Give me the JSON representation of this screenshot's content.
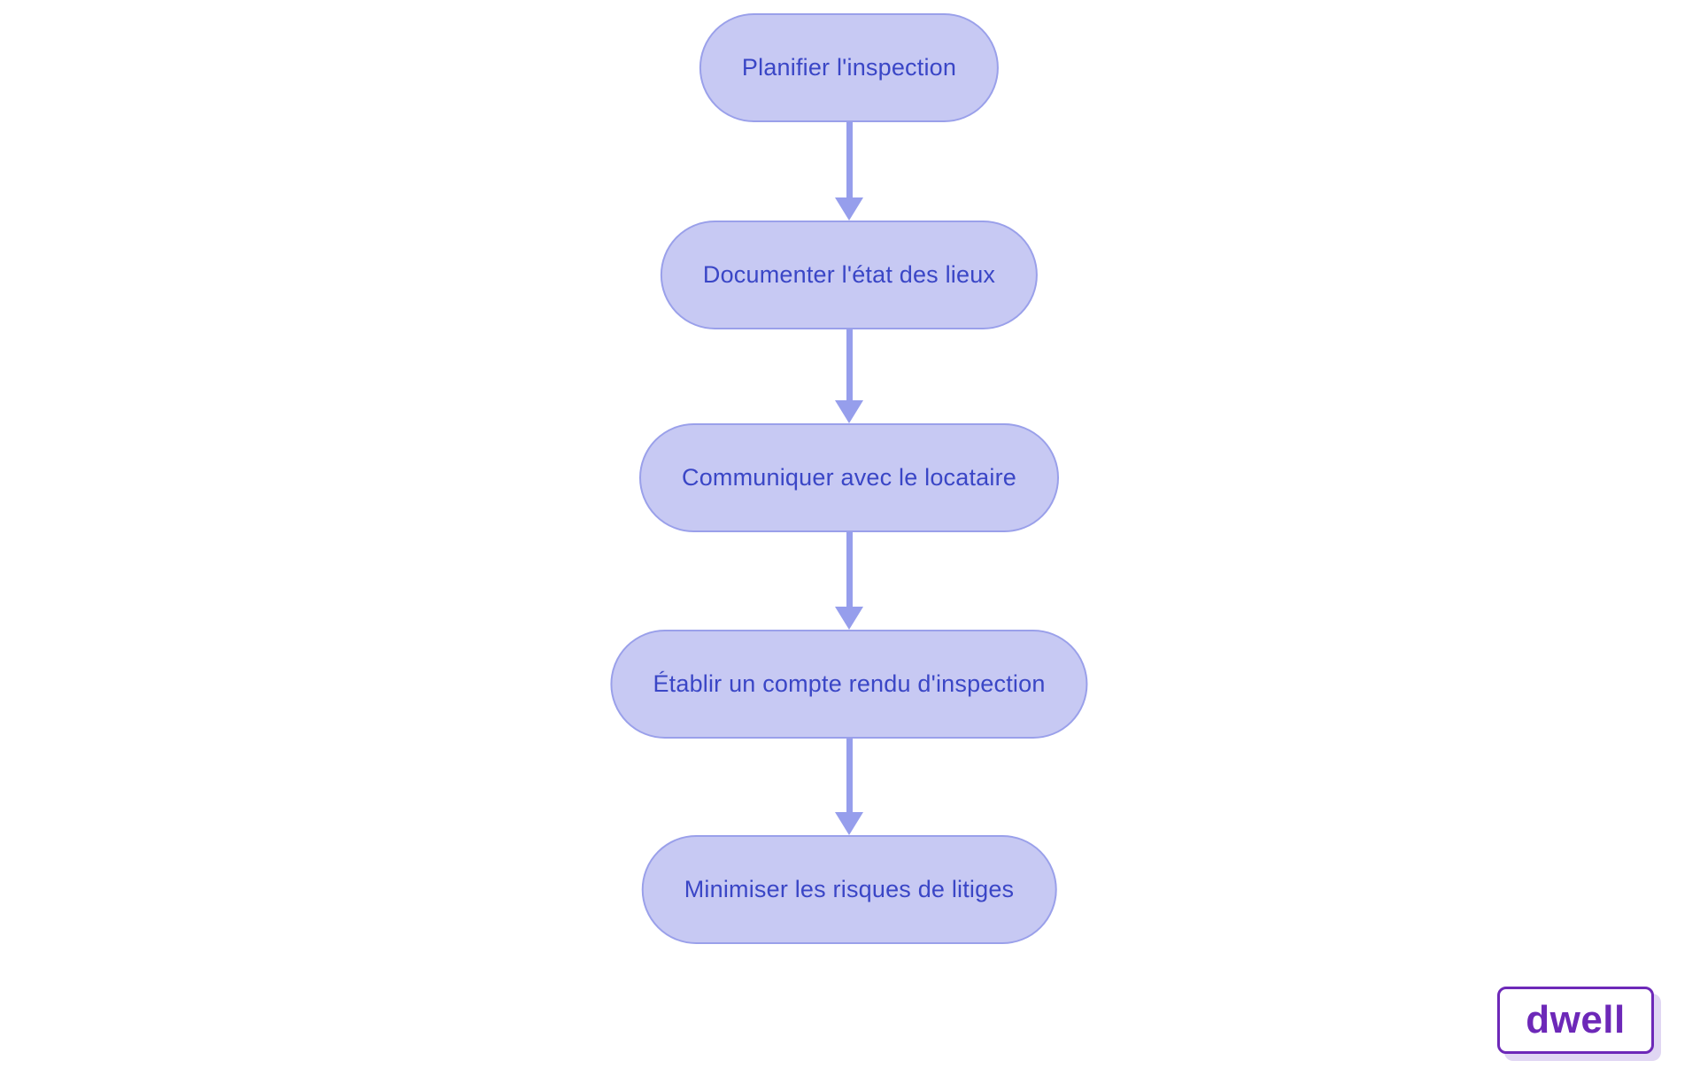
{
  "flowchart": {
    "nodes": [
      {
        "id": "planifier",
        "label": "Planifier l'inspection"
      },
      {
        "id": "documenter",
        "label": "Documenter l'état des lieux"
      },
      {
        "id": "communiquer",
        "label": "Communiquer avec le locataire"
      },
      {
        "id": "etablir",
        "label": "Établir un compte rendu d'inspection"
      },
      {
        "id": "minimiser",
        "label": "Minimiser les risques de litiges"
      }
    ],
    "edges": [
      {
        "from": "planifier",
        "to": "documenter"
      },
      {
        "from": "documenter",
        "to": "communiquer"
      },
      {
        "from": "communiquer",
        "to": "etablir"
      },
      {
        "from": "etablir",
        "to": "minimiser"
      }
    ]
  },
  "logo": {
    "text": "dwell"
  },
  "colors": {
    "background": "#ffffff",
    "node-fill": "#c7c9f3",
    "node-border": "#9aa0ea",
    "node-text": "#3a46c6",
    "arrow": "#969eec",
    "logo-accent": "#6d28b8",
    "logo-shadow": "#e0d6f3"
  }
}
